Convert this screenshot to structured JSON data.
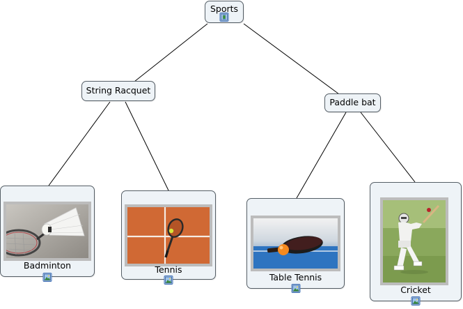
{
  "map": {
    "root": {
      "label": "Sports",
      "icon": "movie-film-icon"
    },
    "branches": [
      {
        "label": "String Racquet",
        "children": [
          {
            "label": "Badminton",
            "image": "shuttlecock-racquet-photo",
            "icon": "image-resource-icon"
          },
          {
            "label": "Tennis",
            "image": "tennis-racquet-clay-court-photo",
            "icon": "image-resource-icon"
          }
        ]
      },
      {
        "label": "Paddle bat",
        "children": [
          {
            "label": "Table Tennis",
            "image": "ping-pong-paddle-ball-photo",
            "icon": "image-resource-icon"
          },
          {
            "label": "Cricket",
            "image": "cricket-batter-photo",
            "icon": "image-resource-icon"
          }
        ]
      }
    ]
  },
  "colors": {
    "node_fill": "#eef3f7",
    "node_border": "#555e66",
    "connector": "#000000",
    "photo_frame": "#bcbcbc"
  }
}
